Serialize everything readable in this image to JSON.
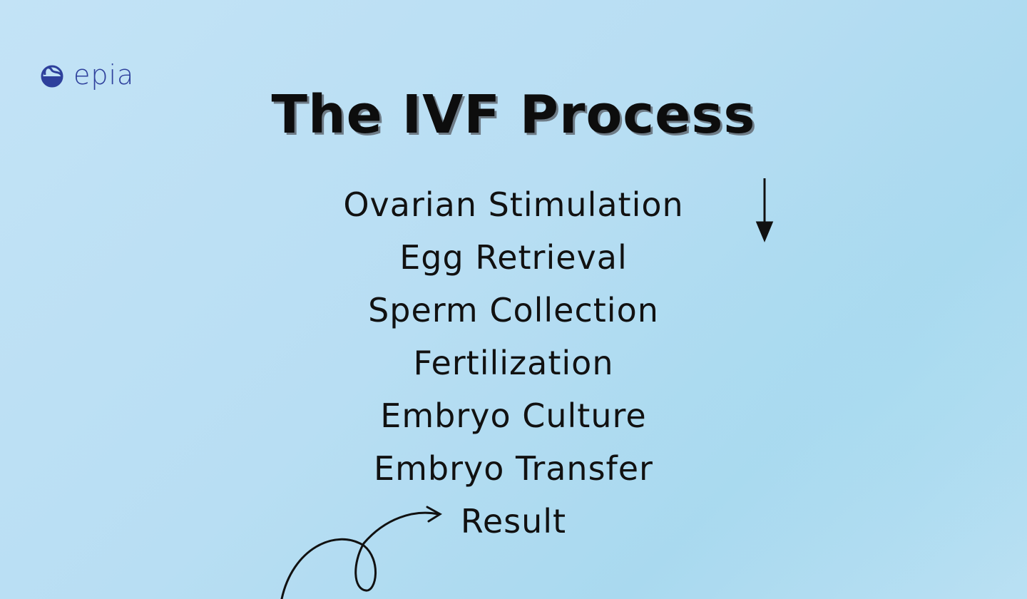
{
  "brand": {
    "name": "epia",
    "color": "#2e409c"
  },
  "title": "The IVF Process",
  "steps": [
    "Ovarian Stimulation",
    "Egg Retrieval",
    "Sperm Collection",
    "Fertilization",
    "Embryo Culture",
    "Embryo Transfer",
    "Result"
  ]
}
